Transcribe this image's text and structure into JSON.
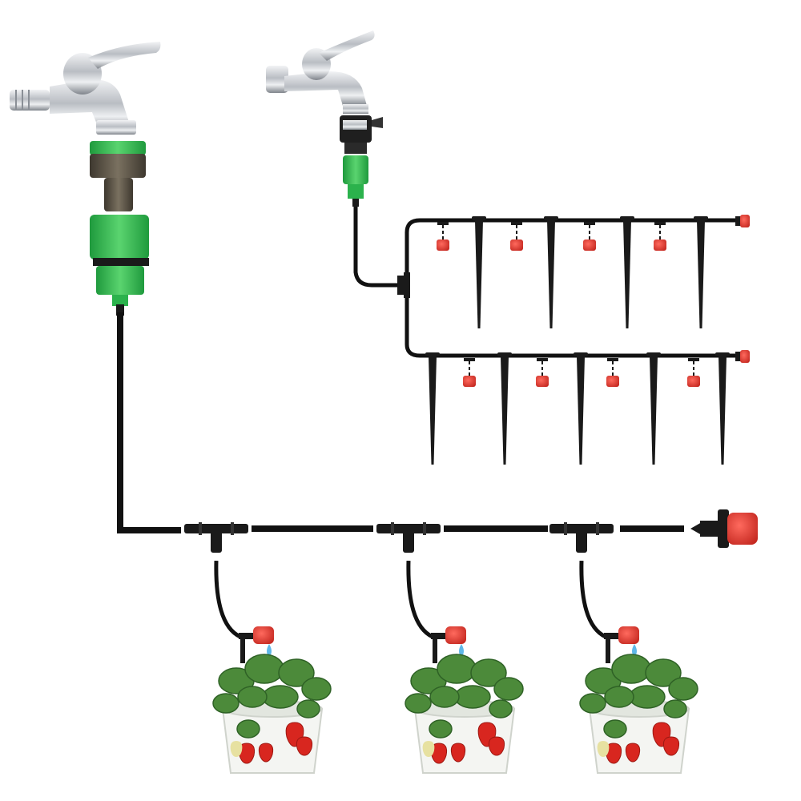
{
  "diagram": {
    "background": "#ffffff",
    "colors": {
      "tube": "#111111",
      "connector_green": "#2bb24c",
      "connector_green_light": "#55d06b",
      "adapter_gray": "#5a5346",
      "faucet_chrome": "#c9ccd1",
      "faucet_shadow": "#7d828a",
      "dripper_red": "#e0322b",
      "dripper_red_dark": "#a8201b",
      "stake_black": "#1a1a1a",
      "pot_white": "#f4f5f2",
      "leaf_green": "#4c8a3a",
      "leaf_dark": "#2f6226",
      "strawberry": "#d8261f",
      "water_drop": "#5fb8e8"
    },
    "components": [
      "faucet-with-threaded-outlet",
      "quick-connector-adapter",
      "faucet-with-clamp-adapter",
      "black-drip-tubing",
      "tee-connector",
      "stake-sprayer",
      "red-adjustable-dripper",
      "end-plug-dripper",
      "potted-strawberry-plant"
    ]
  }
}
